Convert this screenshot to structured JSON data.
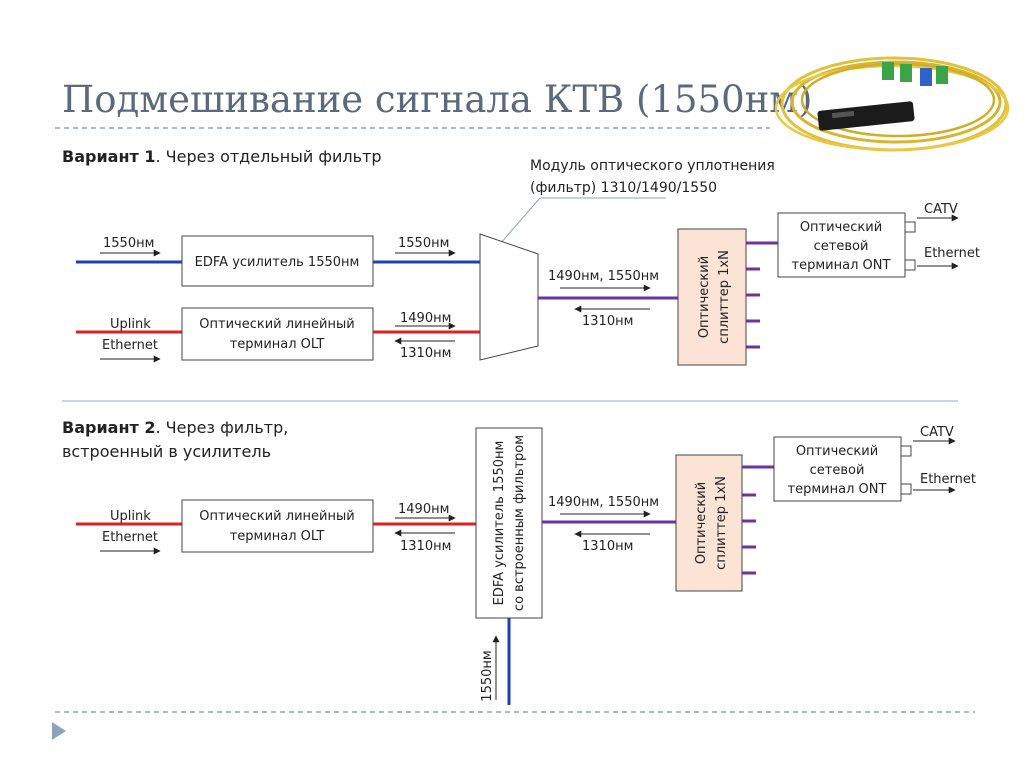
{
  "slide": {
    "title": "Подмешивание сигнала КТВ (1550нм)"
  },
  "variant1": {
    "heading_bold": "Вариант 1",
    "heading_rest": ". Через отдельный фильтр",
    "module_caption_line1": "Модуль оптического уплотнения",
    "module_caption_line2": "(фильтр) 1310/1490/1550",
    "input1_label": "1550нм",
    "input2_label_line1": "Uplink",
    "input2_label_line2": "Ethernet",
    "edfa_label": "EDFA усилитель 1550нм",
    "olt_label_line1": "Оптический линейный",
    "olt_label_line2": "терминал OLT",
    "edfa_out_label": "1550нм",
    "olt_out_label1": "1490нм",
    "olt_out_label2": "1310нм",
    "trunk_label1": "1490нм, 1550нм",
    "trunk_label2": "1310нм",
    "splitter_line1": "Оптический",
    "splitter_line2": "сплиттер 1xN",
    "ont_line1": "Оптический",
    "ont_line2": "сетевой",
    "ont_line3": "терминал ONT",
    "catv_label": "CATV",
    "ethernet_label": "Ethernet"
  },
  "variant2": {
    "heading_bold": "Вариант 2",
    "heading_rest": ". Через фильтр,",
    "heading_line2": "встроенный в усилитель",
    "input_label_line1": "Uplink",
    "input_label_line2": "Ethernet",
    "olt_label_line1": "Оптический линейный",
    "olt_label_line2": "терминал OLT",
    "olt_out_label1": "1490нм",
    "olt_out_label2": "1310нм",
    "edfa_line1": "EDFA усилитель 1550нм",
    "edfa_line2": "со встроенным фильтром",
    "trunk_label1": "1490нм, 1550нм",
    "trunk_label2": "1310нм",
    "splitter_line1": "Оптический",
    "splitter_line2": "сплиттер 1xN",
    "ont_line1": "Оптический",
    "ont_line2": "сетевой",
    "ont_line3": "терминал ONT",
    "catv_label": "CATV",
    "ethernet_label": "Ethernet",
    "bottom_input_label": "1550нм"
  },
  "colors": {
    "blue_line": "#1f3fb8",
    "red_line": "#e02020",
    "purple_line": "#7030a0",
    "splitter_fill": "#fbe4d5",
    "divider": "#8ea3b8",
    "title_color": "#5a6a7c"
  },
  "icons": {
    "nav": "triangle-right-icon",
    "photo": "fiber-coupler-photo"
  }
}
